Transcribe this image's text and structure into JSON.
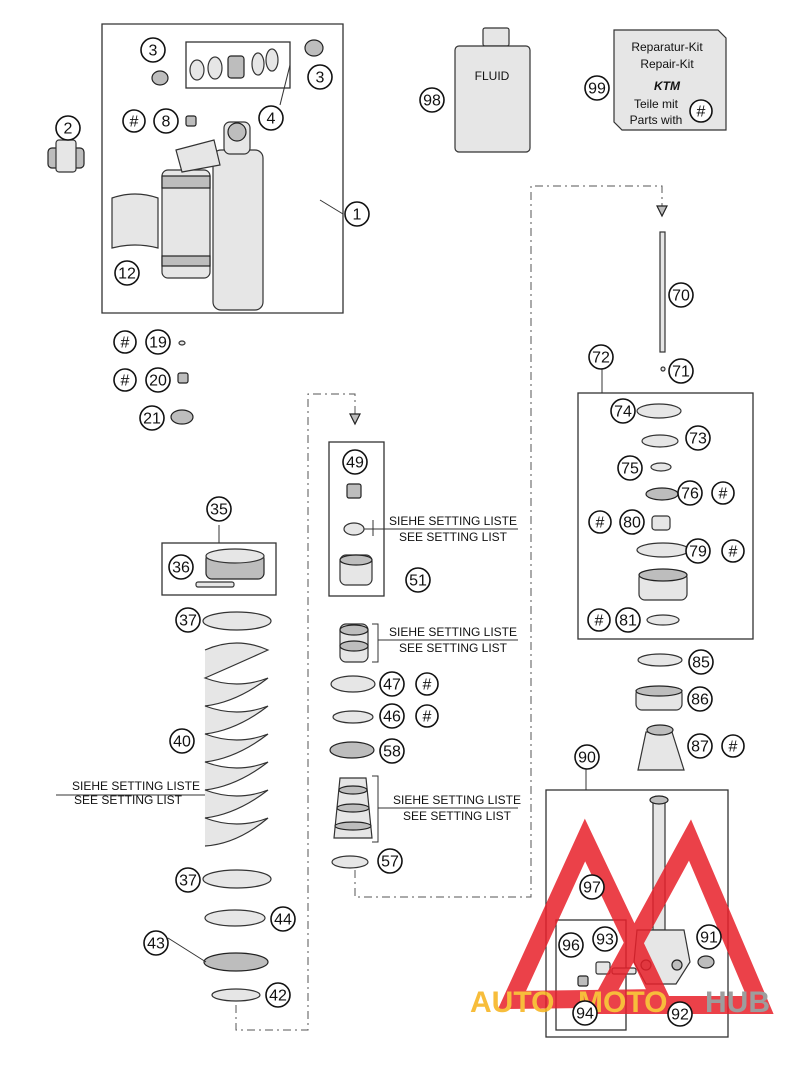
{
  "callouts": {
    "c1": "1",
    "c2": "2",
    "c3a": "3",
    "c3b": "3",
    "c4": "4",
    "c8": "8",
    "c12": "12",
    "c19": "19",
    "c20": "20",
    "c21": "21",
    "c35": "35",
    "c36": "36",
    "c37a": "37",
    "c37b": "37",
    "c40": "40",
    "c42": "42",
    "c43": "43",
    "c44": "44",
    "c46": "46",
    "c47": "47",
    "c49": "49",
    "c51": "51",
    "c57": "57",
    "c58": "58",
    "c70": "70",
    "c71": "71",
    "c72": "72",
    "c73": "73",
    "c74": "74",
    "c75": "75",
    "c76": "76",
    "c79": "79",
    "c80": "80",
    "c81": "81",
    "c85": "85",
    "c86": "86",
    "c87": "87",
    "c90": "90",
    "c91": "91",
    "c92": "92",
    "c93": "93",
    "c94": "94",
    "c96": "96",
    "c97": "97",
    "c98": "98",
    "c99": "99"
  },
  "hash_mark": "#",
  "notes": {
    "siehe": "SIEHE SETTING LISTE",
    "see": "SEE SETTING LIST"
  },
  "fluid_label": "FLUID",
  "kit": {
    "line1": "Reparatur-Kit",
    "line2": "Repair-Kit",
    "logo": "KTM",
    "line3": "Teile mit",
    "line4": "Parts with"
  },
  "watermark": {
    "auto": "AUTO",
    "moto": "MOTO",
    "hub": "HUB",
    "colors": {
      "red": "#e8202a",
      "yellow": "#f6b21a",
      "gray": "#8c8c8c"
    }
  },
  "icons": {
    "callout": "numbered-circle",
    "hash": "hash-circle"
  }
}
